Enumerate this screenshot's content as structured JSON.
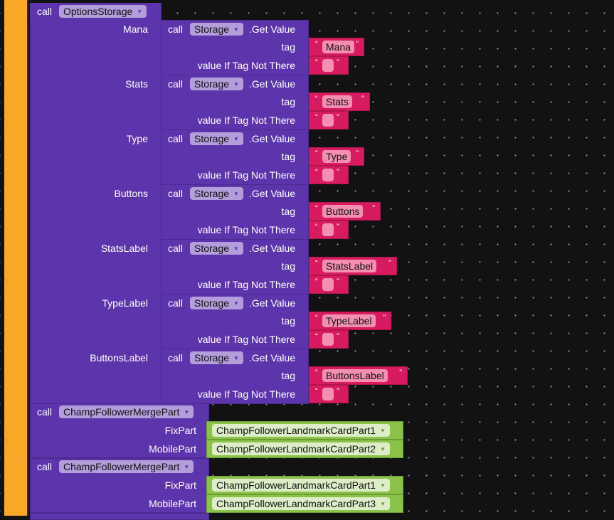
{
  "colors": {
    "procedure": "#f9a825",
    "call_block": "#5c35ac",
    "text_block": "#d81b60",
    "component_block": "#8bc34a"
  },
  "options_call": {
    "call_label": "call",
    "procedure": "OptionsStorage",
    "args": [
      {
        "name": "Mana",
        "tag": "Mana"
      },
      {
        "name": "Stats",
        "tag": "Stats"
      },
      {
        "name": "Type",
        "tag": "Type"
      },
      {
        "name": "Buttons",
        "tag": "Buttons"
      },
      {
        "name": "StatsLabel",
        "tag": "StatsLabel"
      },
      {
        "name": "TypeLabel",
        "tag": "TypeLabel"
      },
      {
        "name": "ButtonsLabel",
        "tag": "ButtonsLabel"
      }
    ],
    "get_value": {
      "call_label": "call",
      "component": "Storage",
      "method": ".Get Value",
      "tag_label": "tag",
      "default_label": "value If Tag Not There",
      "default_value": ""
    },
    "quote_open": "“",
    "quote_close": "”"
  },
  "merge_calls": [
    {
      "call_label": "call",
      "procedure": "ChampFollowerMergePart",
      "fix_label": "FixPart",
      "fix_value": "ChampFollowerLandmarkCardPart1",
      "mobile_label": "MobilePart",
      "mobile_value": "ChampFollowerLandmarkCardPart2"
    },
    {
      "call_label": "call",
      "procedure": "ChampFollowerMergePart",
      "fix_label": "FixPart",
      "fix_value": "ChampFollowerLandmarkCardPart1",
      "mobile_label": "MobilePart",
      "mobile_value": "ChampFollowerLandmarkCardPart3"
    }
  ]
}
